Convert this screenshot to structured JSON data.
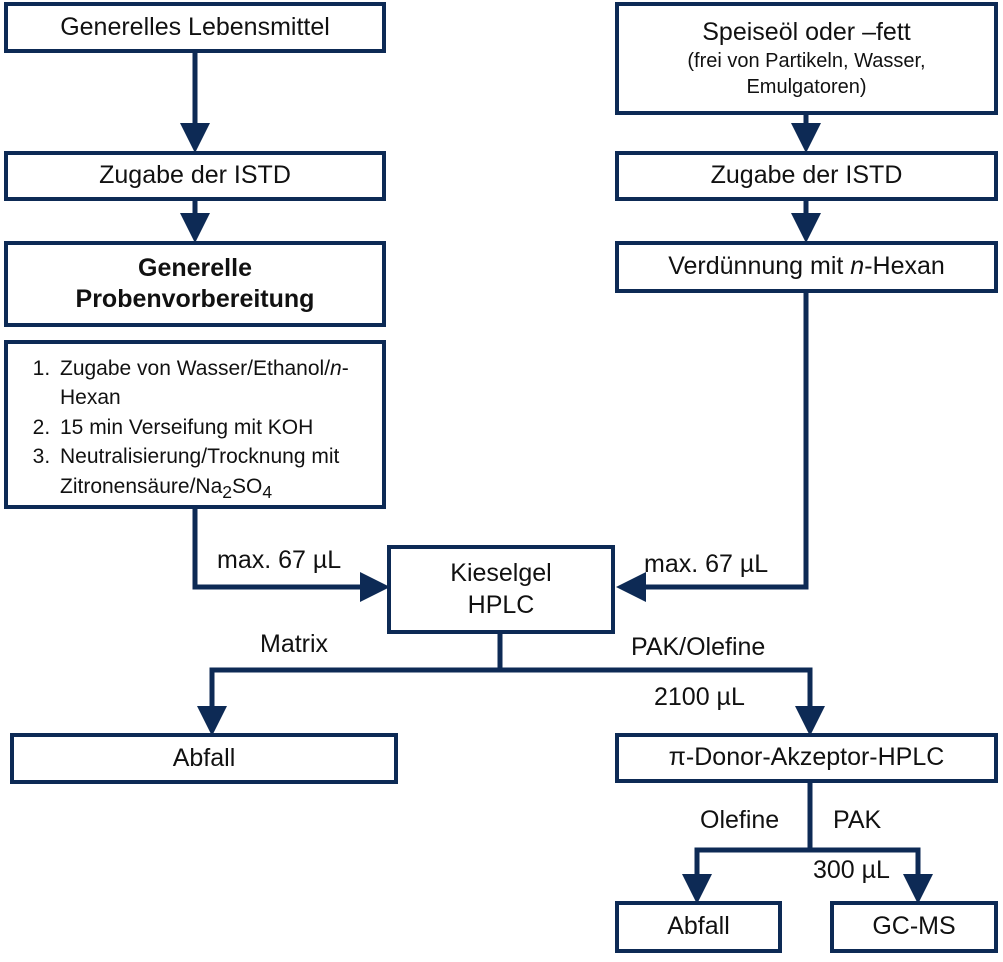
{
  "left": {
    "start": "Generelles Lebensmittel",
    "istd": "Zugabe der ISTD",
    "prep_line1": "Generelle",
    "prep_line2": "Probenvorbereitung",
    "steps": [
      {
        "pre": "Zugabe von Wasser/Ethanol/",
        "ital": "n",
        "post": "-Hexan"
      },
      {
        "pre": "15 min Verseifung mit KOH",
        "ital": "",
        "post": ""
      },
      {
        "pre": "Neutralisierung/Trocknung mit Zitronensäure/Na",
        "sub1": "2",
        "mid": "SO",
        "sub2": "4"
      }
    ],
    "volume": "max. 67 µL"
  },
  "right": {
    "start_line1": "Speiseöl oder –fett",
    "start_line2": "(frei von Partikeln, Wasser, Emulgatoren)",
    "istd": "Zugabe der ISTD",
    "dilution_pre": "Verdünnung mit ",
    "dilution_ital": "n",
    "dilution_post": "-Hexan",
    "volume": "max. 67 µL"
  },
  "center": {
    "kieselgel_line1": "Kieselgel",
    "kieselgel_line2": "HPLC",
    "matrix": "Matrix",
    "pak_olefine": "PAK/Olefine",
    "volume_2100": "2100 µL",
    "abfall": "Abfall",
    "pi_hplc": "π-Donor-Akzeptor-HPLC",
    "olefine": "Olefine",
    "pak": "PAK",
    "volume_300": "300 µL",
    "abfall2": "Abfall",
    "gcms": "GC-MS"
  },
  "colors": {
    "line": "#0d2a55"
  }
}
